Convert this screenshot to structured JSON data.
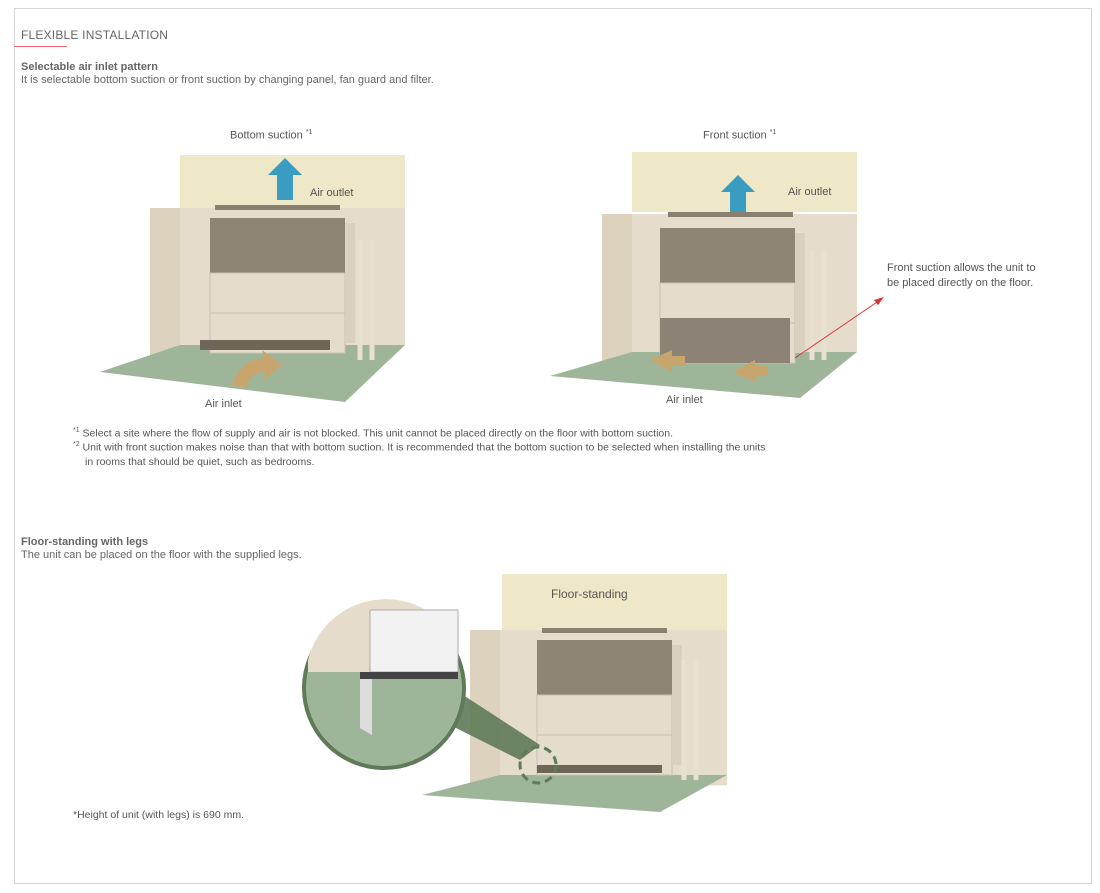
{
  "section_title": "FLEXIBLE INSTALLATION",
  "inlet": {
    "heading": "Selectable air inlet pattern",
    "description": "It is selectable bottom suction or front suction by changing panel, fan guard and filter.",
    "bottom": {
      "title": "Bottom suction",
      "mark": "*1",
      "outlet": "Air outlet",
      "inlet": "Air inlet"
    },
    "front": {
      "title": "Front suction",
      "mark": "*1",
      "outlet": "Air outlet",
      "inlet": "Air inlet",
      "callout_1": "Front suction allows the unit to",
      "callout_2": "be placed directly on the floor."
    },
    "notes": [
      {
        "mark": "*1",
        "text": "Select a site where the flow of supply and air is not blocked. This unit cannot be placed directly on the floor with bottom suction."
      },
      {
        "mark": "*2",
        "text": "Unit with front suction makes noise than that with bottom suction. It is recommended that the bottom suction to be selected when installing the units",
        "text_2": "in rooms that should be quiet, such as bedrooms."
      }
    ]
  },
  "legs": {
    "heading": "Floor-standing with legs",
    "description": "The unit can be placed on the floor with the supplied legs.",
    "label": "Floor-standing",
    "footnote": "*Height of unit (with legs) is 690 mm."
  },
  "colors": {
    "accent": "#e8676b",
    "arrow_out": "#3a9cc0",
    "arrow_in": "#c9a56e",
    "floor": "#9fb59a",
    "wall": "#efe8c8",
    "unit": "#8f8576"
  }
}
